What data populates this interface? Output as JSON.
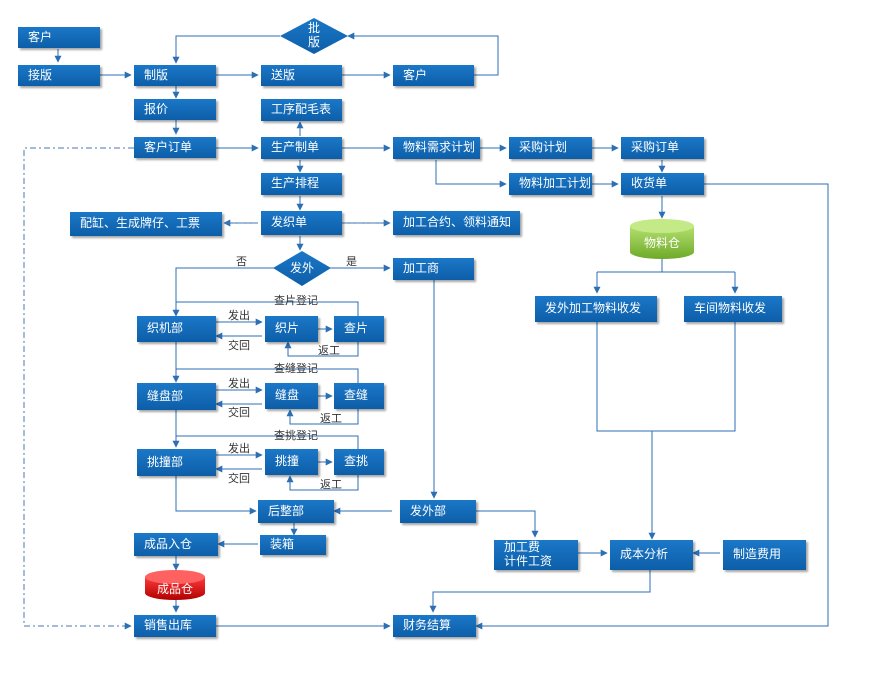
{
  "nodes": {
    "customer_top": "客户",
    "receive_plate": "接版",
    "make_plate": "制版",
    "send_plate": "送版",
    "customer_right": "客户",
    "approve_plate": "批\n版",
    "quote": "报价",
    "process_wool_table": "工序配毛表",
    "customer_order": "客户订单",
    "production_order": "生产制单",
    "material_plan": "物料需求计划",
    "purchase_plan": "采购计划",
    "purchase_order": "采购订单",
    "production_schedule": "生产排程",
    "material_process_plan": "物料加工计划",
    "receiving_note": "收货单",
    "dye_tags_tickets": "配缸、生成牌仔、工票",
    "knit_order": "发织单",
    "processing_contract": "加工合约、领料通知",
    "material_warehouse": "物料仓",
    "outsource_decision": "发外",
    "processor": "加工商",
    "outsource_material_flow": "发外加工物料收发",
    "workshop_material_flow": "车间物料收发",
    "knitting_dept": "织机部",
    "knit_piece": "织片",
    "inspect_piece": "查片",
    "linking_dept": "缝盘部",
    "linking": "缝盘",
    "inspect_linking": "查缝",
    "trimming_dept": "挑撞部",
    "trimming": "挑撞",
    "inspect_trimming": "查挑",
    "finishing_dept": "后整部",
    "outsource_dept": "发外部",
    "finished_stock_in": "成品入仓",
    "packing": "装箱",
    "processing_fee": "加工费\n计件工资",
    "cost_analysis": "成本分析",
    "manufacturing_cost": "制造费用",
    "finished_warehouse": "成品仓",
    "sales_out": "销售出库",
    "financial_settlement": "财务结算"
  },
  "edge_labels": {
    "no": "否",
    "yes": "是",
    "send_out_1": "发出",
    "return_1": "交回",
    "rework_1": "返工",
    "inspect_record_1": "查片登记",
    "send_out_2": "发出",
    "return_2": "交回",
    "rework_2": "返工",
    "inspect_record_2": "查缝登记",
    "send_out_3": "发出",
    "return_3": "交回",
    "rework_3": "返工",
    "inspect_record_3": "查挑登记"
  },
  "colors": {
    "box": "#1270c0",
    "line": "#2c6fb3",
    "warehouse_green": "#8cc63f",
    "warehouse_red": "#d01010"
  }
}
